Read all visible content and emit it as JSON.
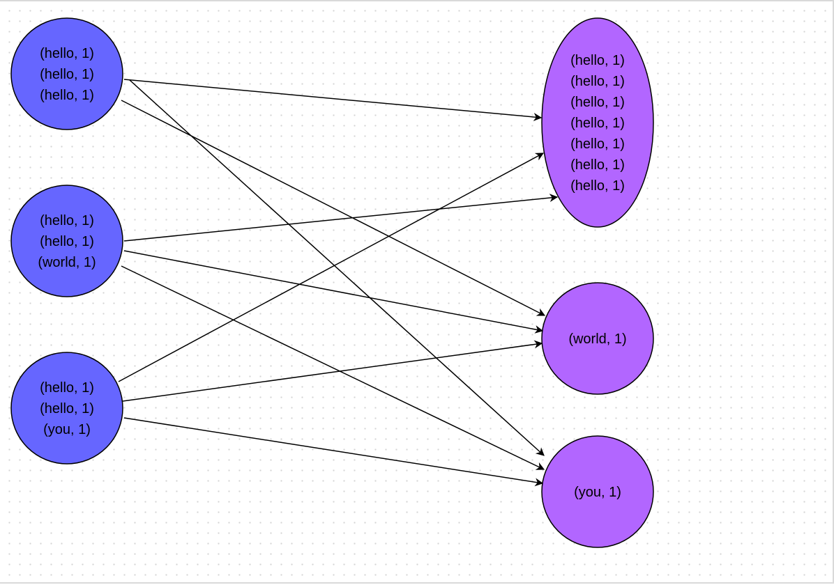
{
  "colors": {
    "source_fill": "#6666ff",
    "target_fill": "#b266ff",
    "edge": "#000000"
  },
  "sources": [
    {
      "id": "s1",
      "lines": [
        "(hello, 1)",
        "(hello, 1)",
        "(hello, 1)"
      ]
    },
    {
      "id": "s2",
      "lines": [
        "(hello, 1)",
        "(hello, 1)",
        "(world, 1)"
      ]
    },
    {
      "id": "s3",
      "lines": [
        "(hello, 1)",
        "(hello, 1)",
        "(you, 1)"
      ]
    }
  ],
  "targets": [
    {
      "id": "t1",
      "lines": [
        "(hello, 1)",
        "(hello, 1)",
        "(hello, 1)",
        "(hello, 1)",
        "(hello, 1)",
        "(hello, 1)",
        "(hello, 1)"
      ]
    },
    {
      "id": "t2",
      "lines": [
        "(world, 1)"
      ]
    },
    {
      "id": "t3",
      "lines": [
        "(you, 1)"
      ]
    }
  ],
  "edges": [
    {
      "from": "s1",
      "to": "t1"
    },
    {
      "from": "s1",
      "to": "t2"
    },
    {
      "from": "s1",
      "to": "t3"
    },
    {
      "from": "s2",
      "to": "t1"
    },
    {
      "from": "s2",
      "to": "t2"
    },
    {
      "from": "s2",
      "to": "t3"
    },
    {
      "from": "s3",
      "to": "t1"
    },
    {
      "from": "s3",
      "to": "t2"
    },
    {
      "from": "s3",
      "to": "t3"
    }
  ]
}
